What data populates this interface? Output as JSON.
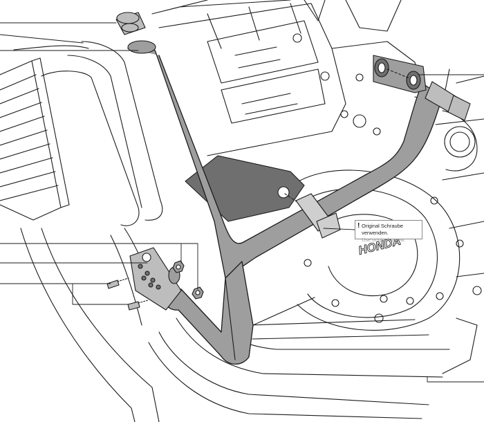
{
  "note": {
    "warning_mark": "!",
    "line_de": "Original Schraube verwenden.",
    "line_en": "Use original screw."
  },
  "brand_text": "HONDA",
  "colors": {
    "line": "#1a1a1a",
    "bar_fill": "#9e9e9e",
    "part_fill": "#bdbdbd",
    "bracket_fill": "#6f6f6f",
    "callout_border": "#888888"
  }
}
